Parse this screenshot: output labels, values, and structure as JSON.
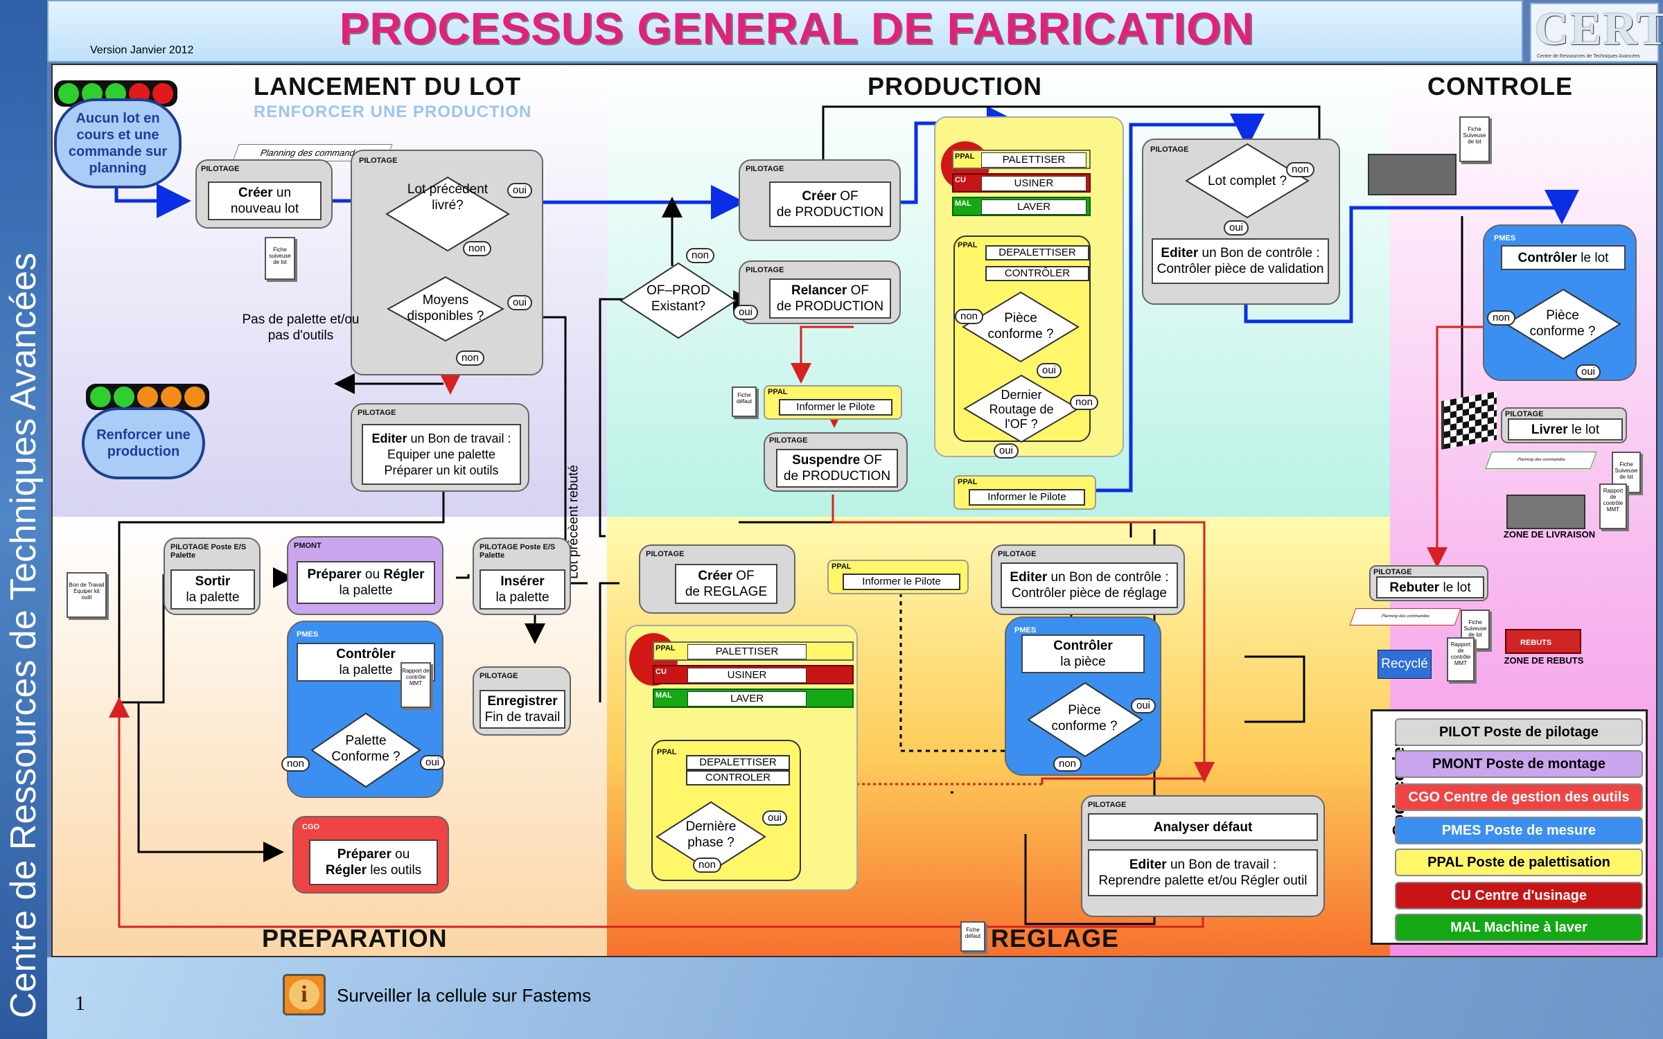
{
  "sidebar": {
    "text": "Centre de Ressources de Techniques Avancées"
  },
  "header": {
    "title": "PROCESSUS GENERAL DE FABRICATION",
    "version": "Version Janvier 2012",
    "logo": "CERTA",
    "logo_sub": "Centre de Ressources de Techniques Avancées"
  },
  "sections": {
    "lancement": "LANCEMENT DU LOT",
    "lancement_sub": "RENFORCER UNE PRODUCTION",
    "production": "PRODUCTION",
    "controle": "CONTROLE",
    "preparation": "PREPARATION",
    "reglage": "REGLAGE"
  },
  "lancement": {
    "bubble1": "Aucun lot en cours et une commande sur planning",
    "bubble2": "Renforcer une production",
    "planning": "Planning des commandes",
    "creer_tag": "PILOTAGE",
    "creer_b": "Créer",
    "creer_rest": " un",
    "creer_l2": "nouveau lot",
    "fiche": "Fiche suiveuse de lot",
    "group_tag": "PILOTAGE",
    "d1": "Lot précédent livré?",
    "d1_oui": "oui",
    "d1_non": "non",
    "d2": "Moyens disponibles ?",
    "d2_oui": "oui",
    "d2_non": "non",
    "pas_palette": "Pas de palette et/ou pas d'outils",
    "editer_tag": "PILOTAGE",
    "editer_b": "Editer",
    "editer_rest": " un Bon de travail :",
    "editer_l2": "Equiper une palette",
    "editer_l3": "Préparer un kit outils",
    "lot_rebute": "Lot précèent rebuté"
  },
  "production": {
    "creer_tag": "PILOTAGE",
    "creer_b": "Créer",
    "creer_rest": " OF",
    "creer_l2": "de PRODUCTION",
    "relancer_tag": "PILOTAGE",
    "relancer_b": "Relancer",
    "relancer_rest": " OF",
    "relancer_l2": "de PRODUCTION",
    "of_prod": "OF–PROD Existant?",
    "of_oui": "oui",
    "of_non": "non",
    "ppal": "PPAL",
    "informer": "Informer le Pilote",
    "fiche_defaut": "Fiche défaut",
    "suspendre_tag": "PILOTAGE",
    "suspendre_b": "Suspendre",
    "suspendre_rest": " OF",
    "suspendre_l2": "de PRODUCTION",
    "stack_ppal": "PPAL",
    "palettiser": "PALETTISER",
    "cu": "CU",
    "usiner": "USINER",
    "mal": "MAL",
    "laver": "LAVER",
    "ppal2": "PPAL",
    "depalettiser": "DEPALETTISER",
    "controler": "CONTRÔLER",
    "piece": "Pièce conforme ?",
    "piece_non": "non",
    "piece_oui": "oui",
    "dernier": "Dernier Routage de l'OF ?",
    "dernier_non": "non",
    "dernier_oui": "oui",
    "ppal3": "PPAL",
    "informer2": "Informer le Pilote"
  },
  "controle_top": {
    "tag": "PILOTAGE",
    "lot_complet": "Lot complet ?",
    "non": "non",
    "oui": "oui",
    "editer_b": "Editer",
    "editer_rest": " un Bon de contrôle :",
    "editer_l2": "Contrôler pièce de validation",
    "fiche": "Fiche Suiveuse de lot"
  },
  "controle": {
    "pmes": "PMES",
    "controler_b": "Contrôler",
    "controler_rest": " le lot",
    "piece": "Pièce conforme ?",
    "non": "non",
    "oui": "oui",
    "livrer_tag": "PILOTAGE",
    "livrer_b": "Livrer",
    "livrer_rest": " le lot",
    "planning": "Planning des commandes",
    "fiche": "Fiche Suiveuse de lot",
    "rapport": "Rapport de contrôle MMT",
    "zone_livraison": "ZONE DE LIVRAISON",
    "rebuter_tag": "PILOTAGE",
    "rebuter_b": "Rebuter",
    "rebuter_rest": " le lot",
    "recycle": "Recyclé",
    "rebuts": "REBUTS",
    "zone_rebuts": "ZONE DE REBUTS"
  },
  "preparation": {
    "bon_travail": "Bon de Travail Equiper kit outil",
    "sortir_tag": "PILOTAGE Poste E/S Palette",
    "sortir_b": "Sortir",
    "sortir_l2": "la palette",
    "pmont_tag": "PMONT",
    "preparer_b": "Préparer",
    "preparer_mid": " ou ",
    "preparer_b2": "Régler",
    "preparer_l2": "la palette",
    "pmes_tag": "PMES",
    "controler_b": "Contrôler",
    "controler_l2": "la palette",
    "rapport": "Rapport de contrôle MMT",
    "palette": "Palette Conforme ?",
    "non": "non",
    "oui": "oui",
    "cgo_tag": "CGO",
    "pr_outils_b": "Préparer",
    "pr_outils_mid": " ou",
    "pr_outils_b2": "Régler",
    "pr_outils_rest": " les outils",
    "inserer_tag": "PILOTAGE Poste E/S Palette",
    "inserer_b": "Insérer",
    "inserer_l2": "la palette",
    "enreg_tag": "PILOTAGE",
    "enreg_b": "Enregistrer",
    "enreg_l2": "Fin de travail"
  },
  "reglage": {
    "creer_tag": "PILOTAGE",
    "creer_b": "Créer",
    "creer_rest": " OF",
    "creer_l2": "de REGLAGE",
    "ppal": "PPAL",
    "palettiser": "PALETTISER",
    "cu": "CU",
    "usiner": "USINER",
    "mal": "MAL",
    "laver": "LAVER",
    "ppal2": "PPAL",
    "depalettiser": "DEPALETTISER",
    "controler": "CONTROLER",
    "derniere": "Dernière phase ?",
    "non": "non",
    "oui": "oui",
    "informer_tag": "PPAL",
    "informer": "Informer le Pilote",
    "editer_tag": "PILOTAGE",
    "editer_b": "Editer",
    "editer_rest": " un Bon de contrôle :",
    "editer_l2": "Contrôler pièce de réglage",
    "pmes_tag": "PMES",
    "ctl_b": "Contrôler",
    "ctl_l2": "la pièce",
    "piece": "Pièce conforme ?",
    "piece_oui": "oui",
    "piece_non": "non",
    "analyser_tag": "PILOTAGE",
    "analyser": "Analyser défaut",
    "bon_b": "Editer",
    "bon_rest": " un Bon de travail :",
    "bon_l2": "Reprendre palette et/ou Régler outil",
    "fiche_defaut": "Fiche défaut"
  },
  "legend": {
    "title": "Code couleur",
    "items": [
      {
        "b": "PILOT",
        "t": " Poste de pilotage"
      },
      {
        "b": "PMONT",
        "t": " Poste de montage"
      },
      {
        "b": "CGO",
        "t": " Centre de gestion des outils"
      },
      {
        "b": "PMES",
        "t": " Poste de mesure"
      },
      {
        "b": "PPAL",
        "t": " Poste de palettisation"
      },
      {
        "b": "CU",
        "t": " Centre d'usinage"
      },
      {
        "b": "MAL",
        "t": " Machine à laver"
      }
    ]
  },
  "footer": {
    "page": "1",
    "note": "Surveiller la cellule sur Fastems"
  },
  "colors": {
    "title": "#e0227a",
    "flow_blue": "#0a2ee6",
    "flow_red": "#d92020",
    "pmes": "#3b8ff0",
    "pmont": "#c9a6ee",
    "cgo": "#ef4444",
    "ppal": "#fff66a",
    "cu": "#c81414",
    "mal": "#15a815"
  }
}
